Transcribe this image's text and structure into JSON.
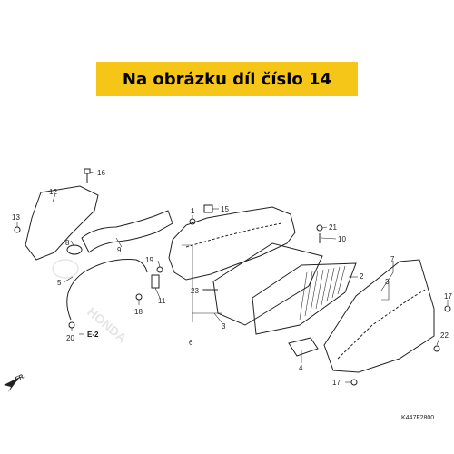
{
  "banner": {
    "text": "Na obrázku díl číslo 14",
    "color": "#f5c518"
  },
  "parts": {
    "p1": "1",
    "p2": "2",
    "p3a": "3",
    "p3b": "3",
    "p4": "4",
    "p5": "5",
    "p6": "6",
    "p7": "7",
    "p8": "8",
    "p9": "9",
    "p10": "10",
    "p11": "11",
    "p12": "12",
    "p13": "13",
    "p15": "15",
    "p16": "16",
    "p17a": "17",
    "p17b": "17",
    "p18": "18",
    "p19": "19",
    "p20": "20",
    "p21": "21",
    "p22": "22",
    "p23": "23"
  },
  "ref_e2": "E-2",
  "front_mark": "FR.",
  "diagram_code": "K447F2800",
  "watermark": "HONDA"
}
